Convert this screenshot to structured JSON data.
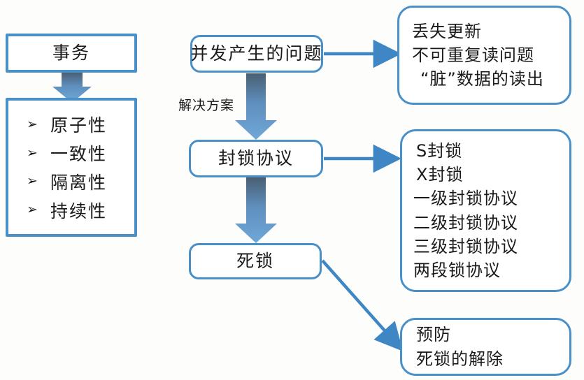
{
  "diagram": {
    "title_concept": "事务与并发控制流程图",
    "accent_color": "#4a90c8",
    "arrow_gradient_top": "#4a5f72",
    "arrow_gradient_bottom": "#6fa8d8",
    "text_color": "#1a1a1a",
    "background": "#fdfdfc"
  },
  "left_column": {
    "root": {
      "label": "事务"
    },
    "properties": {
      "bullet_glyph": "➢",
      "items": [
        {
          "label": "原子性"
        },
        {
          "label": "一致性"
        },
        {
          "label": "隔离性"
        },
        {
          "label": "持续性"
        }
      ]
    }
  },
  "middle_column": {
    "nodes": [
      {
        "label": "并发产生的问题"
      },
      {
        "label": "封锁协议"
      },
      {
        "label": "死锁"
      }
    ],
    "edge_label": "解决方案"
  },
  "right_column": {
    "boxes": [
      {
        "name": "concurrency-problems",
        "lines": [
          "丢失更新",
          "不可重复读问题",
          "“脏”数据的读出"
        ]
      },
      {
        "name": "locking-protocols",
        "lines": [
          "S封锁",
          "X封锁",
          "一级封锁协议",
          "二级封锁协议",
          "三级封锁协议",
          "两段锁协议"
        ]
      },
      {
        "name": "deadlock-handling",
        "lines": [
          "预防",
          "死锁的解除"
        ]
      }
    ]
  }
}
